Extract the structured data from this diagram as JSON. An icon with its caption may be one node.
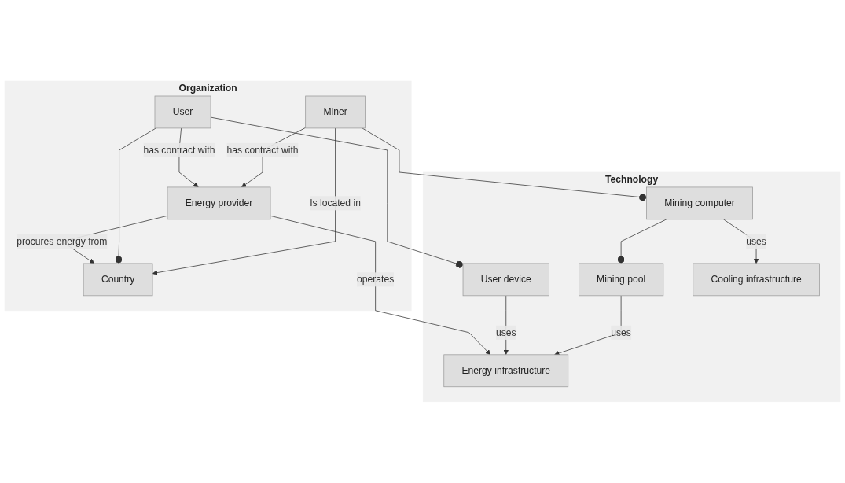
{
  "diagram": {
    "nodes": [
      {
        "text": [
          "Organization"
        ]
      },
      {
        "text": [
          "Country"
        ],
        "in": 0
      },
      {
        "text": [
          "Energy provider"
        ],
        "in": 0
      },
      {
        "text": [
          "User"
        ],
        "in": 0
      },
      {
        "text": [
          "Miner"
        ],
        "in": 0
      },
      {
        "text": [
          "Technology"
        ]
      },
      {
        "text": [
          "Energy infrastructure"
        ],
        "in": 5
      },
      {
        "text": [
          "User device"
        ],
        "in": 5
      },
      {
        "text": [
          "Mining computer"
        ],
        "in": 5
      },
      {
        "text": [
          "Mining pool"
        ],
        "in": 5
      },
      {
        "text": [
          "Cooling infrastructure"
        ],
        "in": 5
      }
    ],
    "edges": [
      {
        "from": 2,
        "to": 1,
        "arrow": "to",
        "label": "procures energy from"
      },
      {
        "from": 3,
        "to": 1,
        "arrow": "other"
      },
      {
        "from": 4,
        "to": 1,
        "arrow": "to",
        "label": "Is located in"
      },
      {
        "from": 3,
        "to": 2,
        "arrow": "to",
        "label": "has contract with"
      },
      {
        "from": 4,
        "to": 2,
        "arrow": "to",
        "label": "has contract with"
      },
      {
        "from": 2,
        "to": 6,
        "arrow": "to",
        "label": "operates"
      },
      {
        "from": 7,
        "to": 6,
        "arrow": "to",
        "label": "uses"
      },
      {
        "from": 3,
        "to": 7,
        "arrow": "other"
      },
      {
        "from": 4,
        "to": 8,
        "arrow": "other"
      },
      {
        "from": 8,
        "to": 10,
        "arrow": "to",
        "label": "uses"
      },
      {
        "from": 9,
        "to": 6,
        "arrow": "to",
        "label": "uses"
      },
      {
        "from": 8,
        "to": 9,
        "arrow": "other"
      }
    ]
  }
}
